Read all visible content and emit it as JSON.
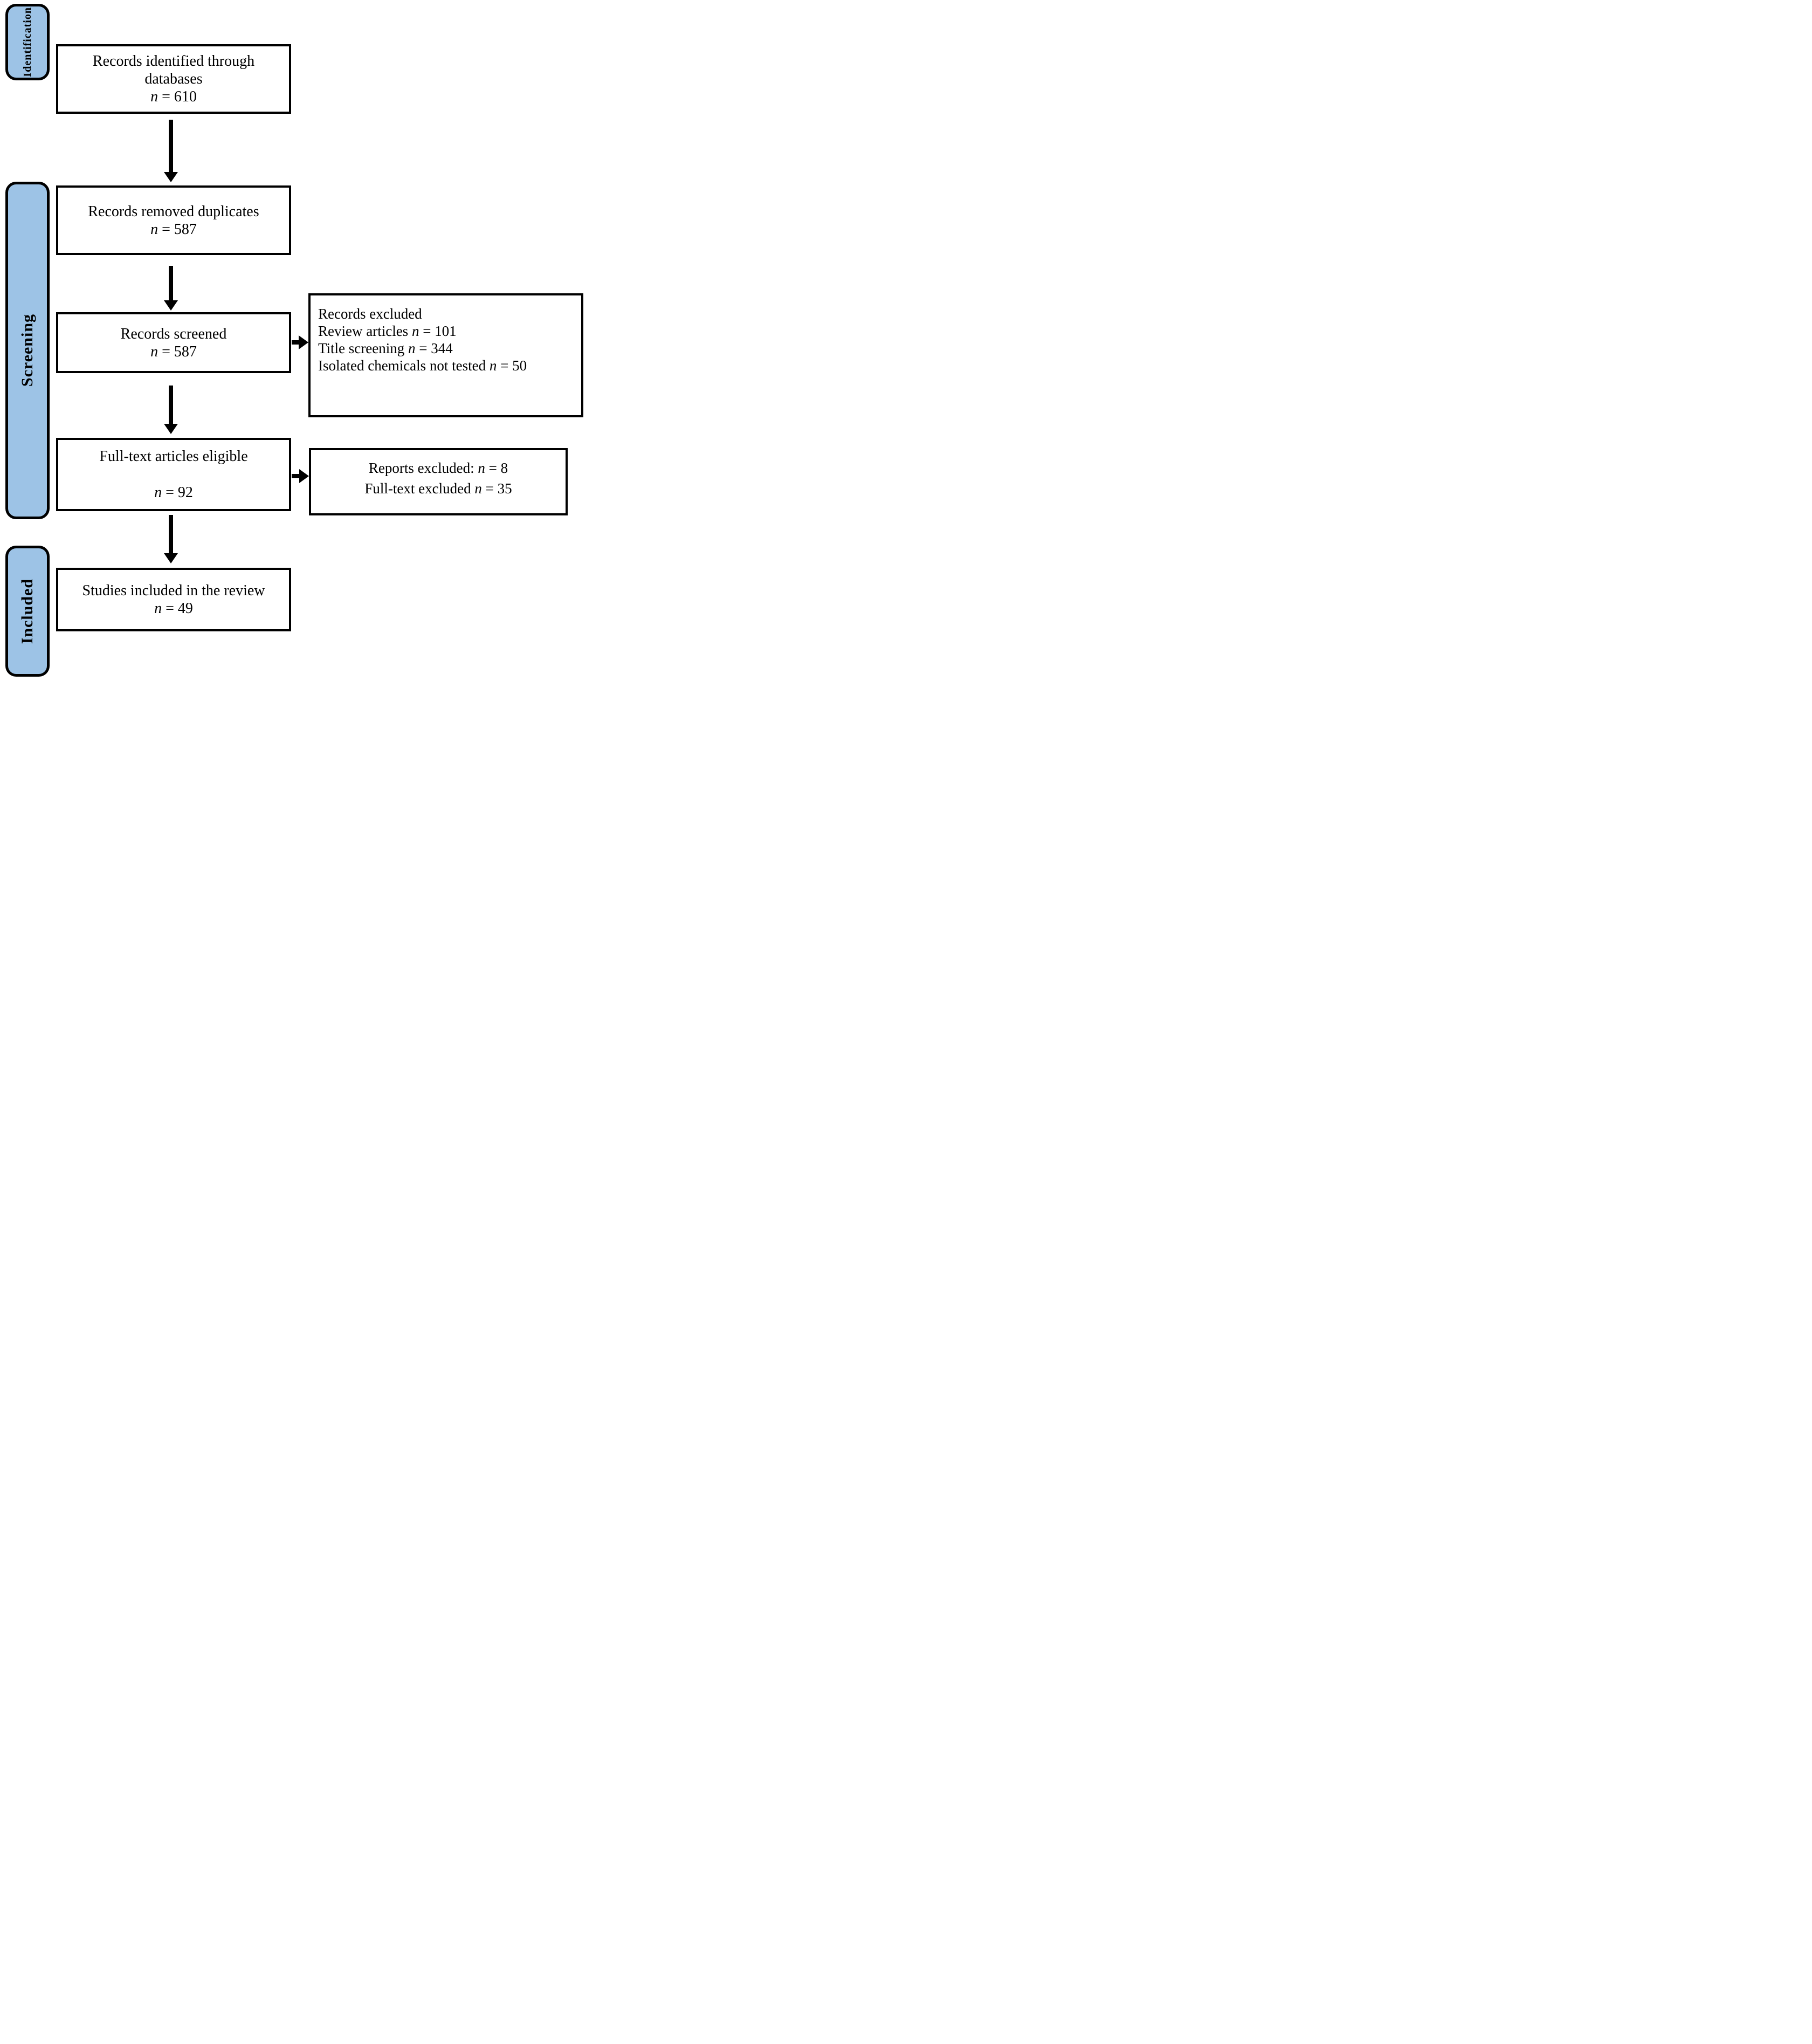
{
  "palette": {
    "accent": "#9DC3E6",
    "border": "#000000",
    "background": "#FFFFFF",
    "text": "#000000"
  },
  "stages": [
    {
      "label": "Identification"
    },
    {
      "label": "Screening"
    },
    {
      "label": "Included"
    }
  ],
  "flow_boxes": [
    {
      "lines": [
        "Records identified through",
        "databases"
      ],
      "count_var": "n",
      "count_rest": " = 610"
    },
    {
      "lines": [
        "Records removed duplicates"
      ],
      "count_var": "n",
      "count_rest": " = 587"
    },
    {
      "lines": [
        "Records screened"
      ],
      "count_var": "n",
      "count_rest": " = 587"
    },
    {
      "lines": [
        "Full-text articles eligible"
      ],
      "count_var": "n",
      "count_rest": " = 92"
    },
    {
      "lines": [
        "Studies included in the review"
      ],
      "count_var": "n",
      "count_rest": " = 49"
    }
  ],
  "exclusion_boxes": [
    {
      "lines": [
        {
          "pre": "Records excluded",
          "var": "",
          "post": ""
        },
        {
          "pre": "Review articles ",
          "var": "n",
          "post": " = 101"
        },
        {
          "pre": "Title screening ",
          "var": "n",
          "post": " = 344"
        },
        {
          "pre": "Isolated chemicals not tested ",
          "var": "n",
          "post": " = 50"
        }
      ]
    },
    {
      "lines": [
        {
          "pre": "Reports excluded: ",
          "var": "n",
          "post": " = 8"
        },
        {
          "pre": "Full-text excluded ",
          "var": "n",
          "post": " = 35"
        }
      ]
    }
  ]
}
